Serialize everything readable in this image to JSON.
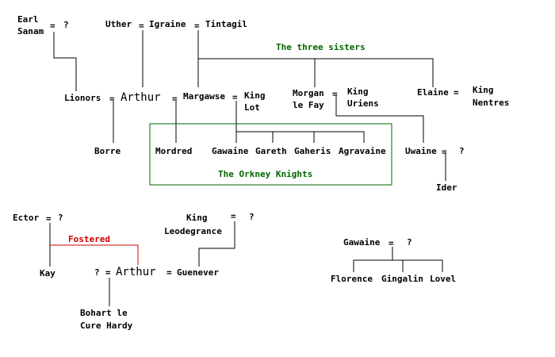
{
  "people": {
    "earl": "Earl",
    "sanam": "Sanam",
    "earl_wife": "?",
    "uther": "Uther",
    "igraine": "Igraine",
    "tintagil": "Tintagil",
    "lionors": "Lionors",
    "arthur": "Arthur",
    "margawse": "Margawse",
    "king_lot_1": "King",
    "king_lot_2": "Lot",
    "morgan_1": "Morgan",
    "morgan_2": "le Fay",
    "king_uriens_1": "King",
    "king_uriens_2": "Uriens",
    "elaine": "Elaine",
    "king_nentres_1": "King",
    "king_nentres_2": "Nentres",
    "borre": "Borre",
    "mordred": "Mordred",
    "gawaine": "Gawaine",
    "gareth": "Gareth",
    "gaheris": "Gaheris",
    "agravaine": "Agravaine",
    "uwaine": "Uwaine",
    "uwaine_wife": "?",
    "ider": "Ider",
    "ector": "Ector",
    "ector_wife": "?",
    "kay": "Kay",
    "king_leo_1": "King",
    "king_leo_2": "Leodegrance",
    "leo_wife": "?",
    "arthur_wife_unknown": "?",
    "arthur2": "Arthur",
    "guenever": "Guenever",
    "bohart_1": "Bohart le",
    "bohart_2": "Cure Hardy",
    "gawaine2": "Gawaine",
    "gawaine2_wife": "?",
    "florence": "Florence",
    "gingalin": "Gingalin",
    "lovel": "Lovel"
  },
  "labels": {
    "three_sisters": "The three sisters",
    "orkney_knights": "The Orkney Knights",
    "fostered": "Fostered"
  },
  "marriage_sign": "="
}
